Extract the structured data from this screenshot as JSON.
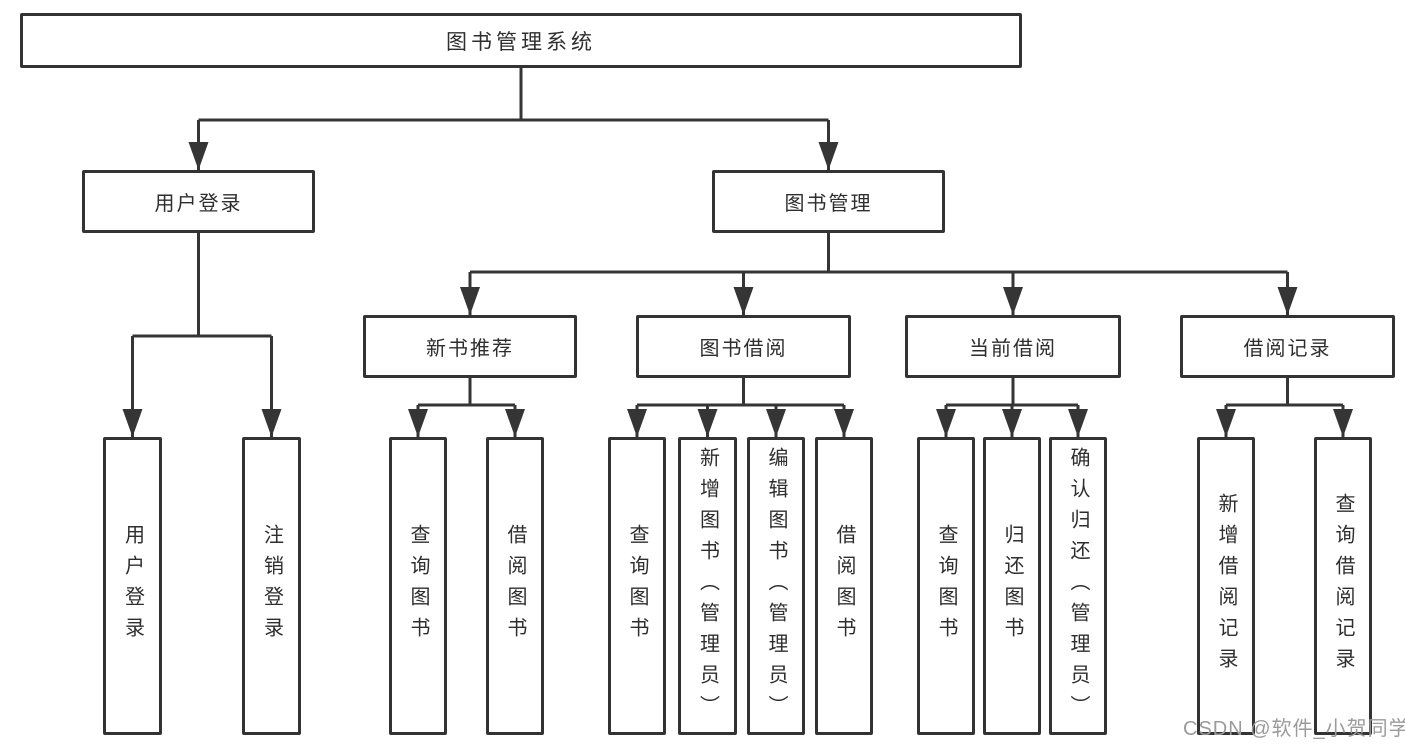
{
  "diagram": {
    "root": {
      "label": "图书管理系统"
    },
    "branches": [
      {
        "label": "用户登录",
        "children": [
          {
            "label": "用户登录"
          },
          {
            "label": "注销登录"
          }
        ]
      },
      {
        "label": "图书管理",
        "children": [
          {
            "label": "新书推荐",
            "children": [
              {
                "label": "查询图书"
              },
              {
                "label": "借阅图书"
              }
            ]
          },
          {
            "label": "图书借阅",
            "children": [
              {
                "label": "查询图书"
              },
              {
                "label": "新增图书（管理员）"
              },
              {
                "label": "编辑图书（管理员）"
              },
              {
                "label": "借阅图书"
              }
            ]
          },
          {
            "label": "当前借阅",
            "children": [
              {
                "label": "查询图书"
              },
              {
                "label": "归还图书"
              },
              {
                "label": "确认归还（管理员）"
              }
            ]
          },
          {
            "label": "借阅记录",
            "children": [
              {
                "label": "新增借阅记录"
              },
              {
                "label": "查询借阅记录"
              }
            ]
          }
        ]
      }
    ]
  },
  "watermark": {
    "text": "CSDN @软件_小贺同学"
  },
  "colors": {
    "line": "#353535",
    "border": "#333333",
    "text": "#2e2e2e",
    "background": "#ffffff",
    "watermark": "#9b9b9b"
  }
}
